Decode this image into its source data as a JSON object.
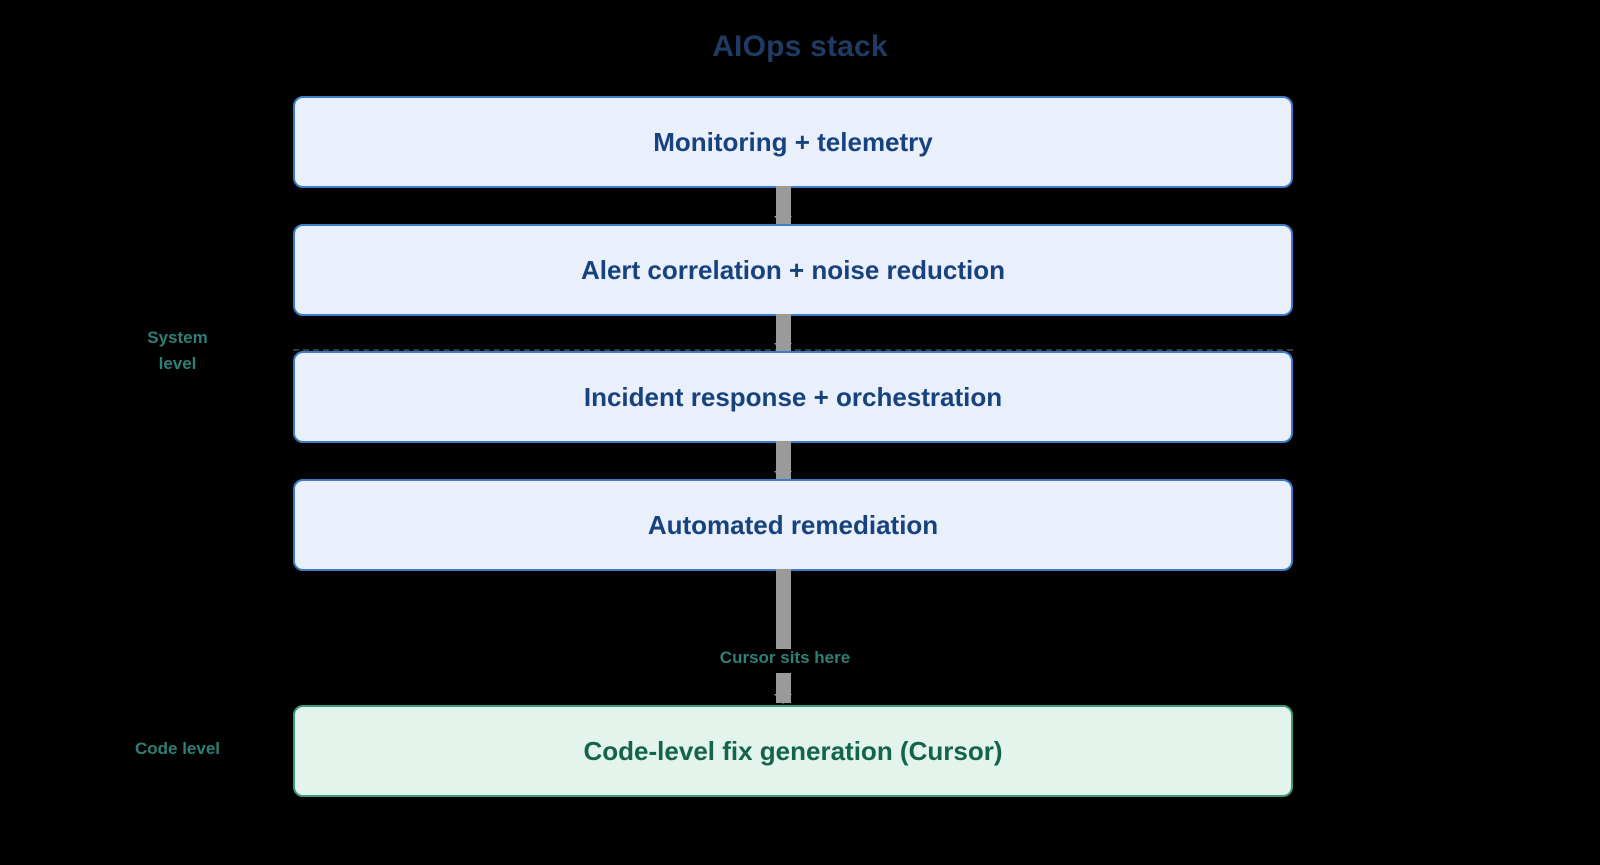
{
  "diagram": {
    "title": "AIOps stack",
    "background_color": "#000000",
    "stages": [
      {
        "id": "monitoring",
        "label": "Monitoring + telemetry",
        "tier": "system",
        "fill": "#e9f0fb",
        "border": "#3b7dc9",
        "text_color": "#17427e"
      },
      {
        "id": "correlation",
        "label": "Alert correlation + noise reduction",
        "tier": "system",
        "fill": "#e9f0fb",
        "border": "#3b7dc9",
        "text_color": "#17427e"
      },
      {
        "id": "incident",
        "label": "Incident response + orchestration",
        "tier": "system",
        "fill": "#e9f0fb",
        "border": "#3b7dc9",
        "text_color": "#17427e"
      },
      {
        "id": "remediation",
        "label": "Automated remediation",
        "tier": "system",
        "fill": "#e9f0fb",
        "border": "#3b7dc9",
        "text_color": "#17427e"
      },
      {
        "id": "codefix",
        "label": "Code-level fix generation (Cursor)",
        "tier": "code",
        "fill": "#e3f4ec",
        "border": "#3d9b7a",
        "text_color": "#14634c"
      }
    ],
    "tier_labels": {
      "system": "System\nlevel",
      "code": "Code level"
    },
    "annotations": {
      "cursor_note": "Cursor sits here",
      "note_color": "#2f7f77"
    },
    "connector": {
      "color": "#9a9a9a",
      "style": "arrow-down"
    },
    "divider": {
      "style": "dashed",
      "color": "#4a4a4a"
    }
  }
}
